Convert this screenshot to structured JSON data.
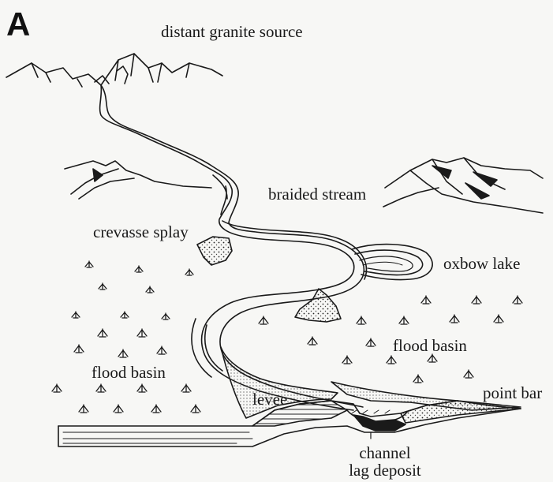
{
  "panel_letter": "A",
  "labels": {
    "source": "distant granite source",
    "braided": "braided stream",
    "crevasse": "crevasse splay",
    "oxbow": "oxbow lake",
    "flood_right": "flood basin",
    "flood_left": "flood basin",
    "point_bar": "point bar",
    "levee": "levee",
    "channel_line1": "channel",
    "channel_line2": "lag deposit"
  },
  "colors": {
    "ink": "#1a1a1a",
    "paper": "#f7f7f5"
  }
}
